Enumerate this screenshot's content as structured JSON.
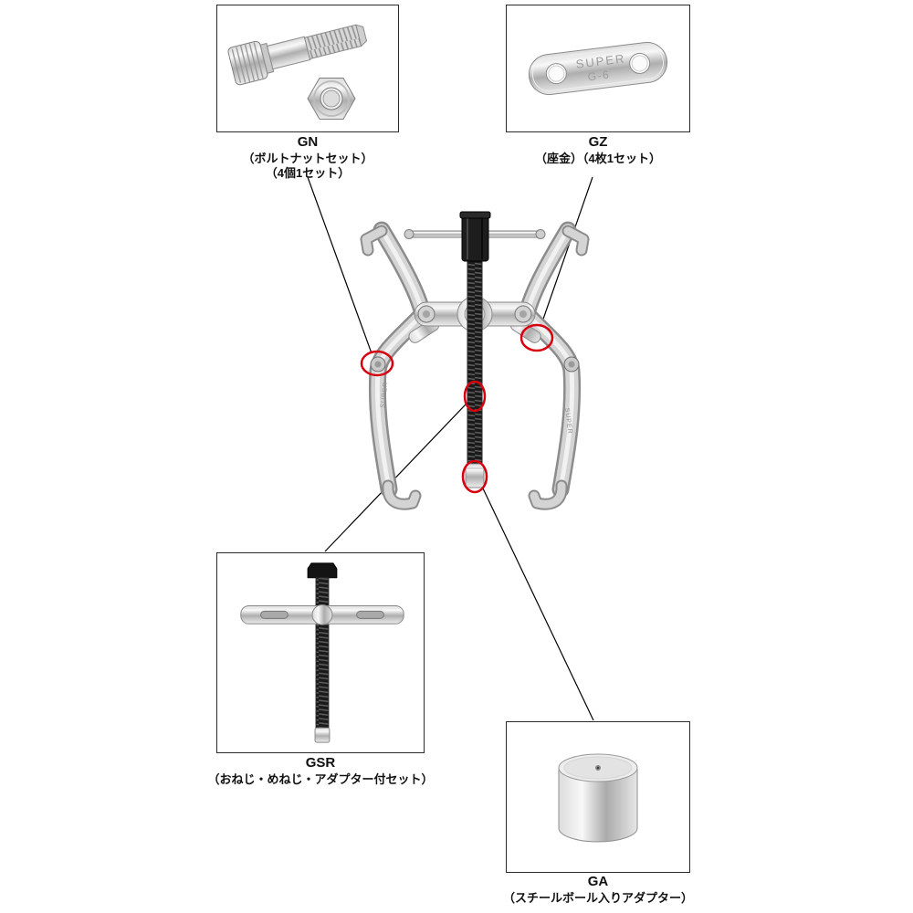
{
  "parts": {
    "gn": {
      "code": "GN",
      "desc_lines": [
        "（ボルトナットセット）",
        "（4個1セット）"
      ]
    },
    "gz": {
      "code": "GZ",
      "desc_lines": [
        "（座金）（4枚1セット）"
      ]
    },
    "gsr": {
      "code": "GSR",
      "desc_lines": [
        "（おねじ・めねじ・アダプター付セット）"
      ]
    },
    "ga": {
      "code": "GA",
      "desc_lines": [
        "（スチールボール入りアダプター）"
      ]
    }
  },
  "stamp": {
    "brand": "SUPER",
    "model": "G-6"
  },
  "colors": {
    "highlight": "#d7000f",
    "connector": "#000000"
  }
}
